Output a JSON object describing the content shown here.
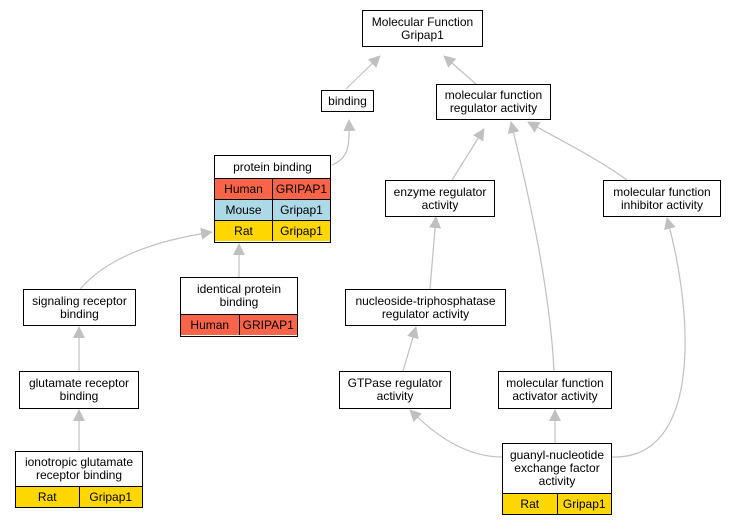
{
  "colors": {
    "human": "#fa6549",
    "mouse": "#add8e6",
    "rat": "#ffd700",
    "edge": "#c0c0c0",
    "border": "#000000"
  },
  "nodes": {
    "root": {
      "line1": "Molecular Function",
      "line2": "Gripap1"
    },
    "binding": {
      "line1": "binding"
    },
    "mf_regulator": {
      "line1": "molecular function",
      "line2": "regulator activity"
    },
    "protein_binding": {
      "line1": "protein binding",
      "rows": [
        {
          "species": "Human",
          "gene": "GRIPAP1"
        },
        {
          "species": "Mouse",
          "gene": "Gripap1"
        },
        {
          "species": "Rat",
          "gene": "Gripap1"
        }
      ]
    },
    "enzyme_regulator": {
      "line1": "enzyme regulator",
      "line2": "activity"
    },
    "mf_inhibitor": {
      "line1": "molecular function",
      "line2": "inhibitor activity"
    },
    "signaling_receptor": {
      "line1": "signaling receptor",
      "line2": "binding"
    },
    "identical_protein": {
      "line1": "identical protein",
      "line2": "binding",
      "rows": [
        {
          "species": "Human",
          "gene": "GRIPAP1"
        }
      ]
    },
    "ntpase_regulator": {
      "line1": "nucleoside-triphosphatase",
      "line2": "regulator activity"
    },
    "glutamate_receptor": {
      "line1": "glutamate receptor",
      "line2": "binding"
    },
    "gtpase_regulator": {
      "line1": "GTPase regulator",
      "line2": "activity"
    },
    "mf_activator": {
      "line1": "molecular function",
      "line2": "activator activity"
    },
    "ionotropic": {
      "line1": "ionotropic glutamate",
      "line2": "receptor binding",
      "rows": [
        {
          "species": "Rat",
          "gene": "Gripap1"
        }
      ]
    },
    "gef": {
      "line1": "guanyl-nucleotide",
      "line2": "exchange factor",
      "line3": "activity",
      "rows": [
        {
          "species": "Rat",
          "gene": "Gripap1"
        }
      ]
    }
  }
}
